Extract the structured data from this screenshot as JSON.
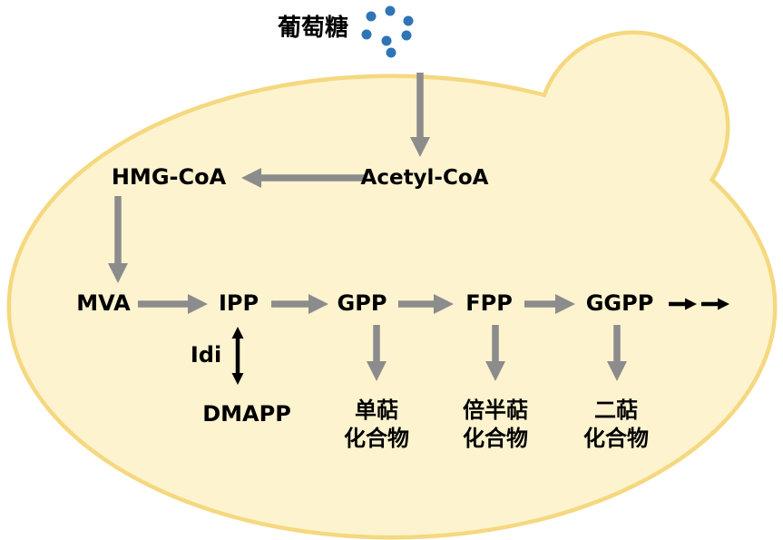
{
  "colors": {
    "cell_fill": "#FDF3CF",
    "cell_border": "#F5D87F",
    "arrow_gray": "#8C8C8C",
    "arrow_black": "#000000",
    "dot_blue": "#2E75B6",
    "text": "#000000"
  },
  "pathway": {
    "glucose": "葡萄糖",
    "acetyl_coa": "Acetyl-CoA",
    "hmg_coa": "HMG-CoA",
    "mva": "MVA",
    "ipp": "IPP",
    "gpp": "GPP",
    "fpp": "FPP",
    "ggpp": "GGPP",
    "idi": "Idi",
    "dmapp": "DMAPP",
    "monoterpene": "单萜\n化合物",
    "sesquiterpene": "倍半萜\n化合物",
    "diterpene": "二萜\n化合物"
  }
}
